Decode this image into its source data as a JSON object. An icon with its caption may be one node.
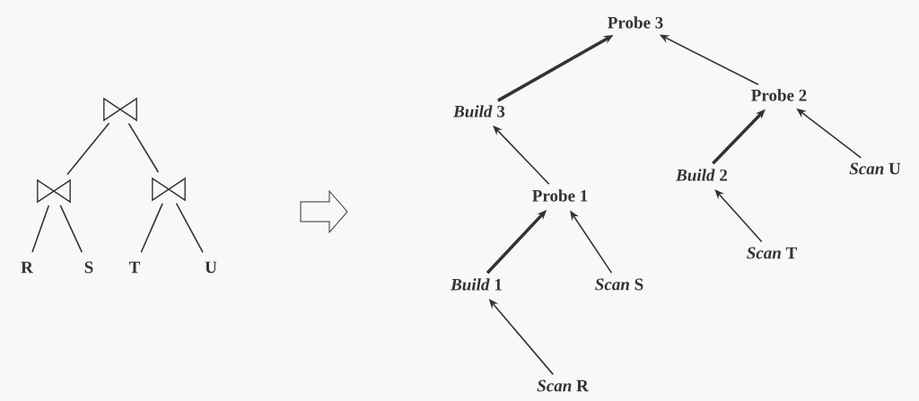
{
  "diagram": {
    "nodes": [
      {
        "text": [],
        "shape": "bowtie"
      },
      {
        "text": [],
        "shape": "bowtie"
      },
      {
        "text": [],
        "shape": "bowtie"
      },
      {
        "text": [
          "R"
        ]
      },
      {
        "text": [
          "S"
        ]
      },
      {
        "text": [
          "T"
        ]
      },
      {
        "text": [
          "U"
        ]
      },
      {
        "text": [
          "Probe 3"
        ]
      },
      {
        "text": [
          "*Build* 3"
        ]
      },
      {
        "text": [
          "Probe 2"
        ]
      },
      {
        "text": [
          "Probe 1"
        ]
      },
      {
        "text": [
          "*Build* 2"
        ]
      },
      {
        "text": [
          "*Scan* U"
        ]
      },
      {
        "text": [
          "*Build* 1"
        ]
      },
      {
        "text": [
          "*Scan* S"
        ]
      },
      {
        "text": [
          "*Scan* T"
        ]
      },
      {
        "text": [
          "*Scan* R"
        ]
      }
    ],
    "edges": [
      {
        "from": 0,
        "to": 1,
        "arrow": "none"
      },
      {
        "from": 0,
        "to": 2,
        "arrow": "none"
      },
      {
        "from": 1,
        "to": 3,
        "arrow": "none"
      },
      {
        "from": 1,
        "to": 4,
        "arrow": "none"
      },
      {
        "from": 2,
        "to": 5,
        "arrow": "none"
      },
      {
        "from": 2,
        "to": 6,
        "arrow": "none"
      },
      {
        "from": 8,
        "to": 7,
        "arrow": "to",
        "style": "thick"
      },
      {
        "from": 9,
        "to": 7,
        "arrow": "to"
      },
      {
        "from": 10,
        "to": 8,
        "arrow": "to"
      },
      {
        "from": 11,
        "to": 9,
        "arrow": "to",
        "style": "thick"
      },
      {
        "from": 12,
        "to": 9,
        "arrow": "to"
      },
      {
        "from": 13,
        "to": 10,
        "arrow": "to",
        "style": "thick"
      },
      {
        "from": 14,
        "to": 10,
        "arrow": "to"
      },
      {
        "from": 15,
        "to": 11,
        "arrow": "to"
      },
      {
        "from": 16,
        "to": 13,
        "arrow": "to"
      }
    ]
  }
}
